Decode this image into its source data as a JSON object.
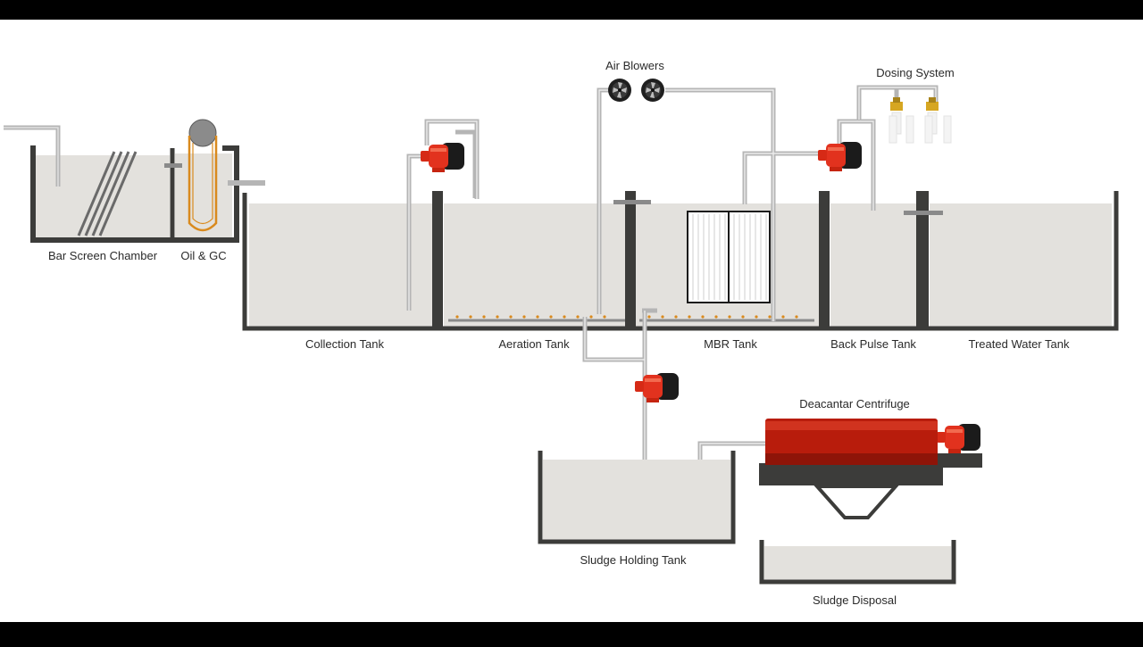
{
  "labels": {
    "bar_screen": "Bar Screen Chamber",
    "oil_gc": "Oil & GC",
    "collection": "Collection Tank",
    "aeration": "Aeration Tank",
    "mbr": "MBR Tank",
    "back_pulse": "Back Pulse Tank",
    "treated": "Treated Water Tank",
    "air_blowers": "Air Blowers",
    "dosing": "Dosing System",
    "decanter": "Deacantar Centrifuge",
    "sludge_holding": "Sludge Holding Tank",
    "sludge_disposal": "Sludge Disposal"
  },
  "colors": {
    "wall": "#3c3c3a",
    "water": "#e3e1dd",
    "pipe": "#b5b5b5",
    "pump": "#e2321e",
    "centrifuge": "#b81c0c",
    "oil_belt": "#d98a1e"
  },
  "icons": {
    "pump": "pump-icon",
    "blower": "fan-icon",
    "dosing": "dosing-pump-icon"
  }
}
